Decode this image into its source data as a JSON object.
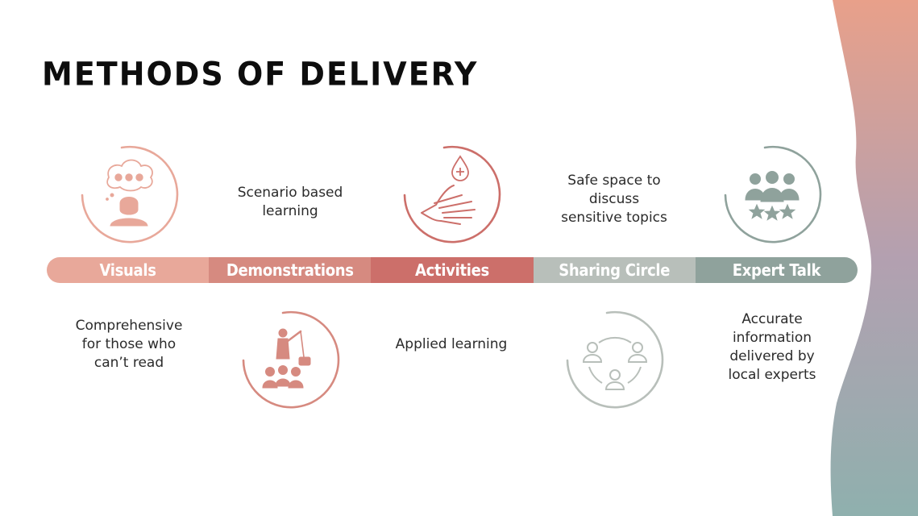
{
  "title": "METHODS OF DELIVERY",
  "colors": {
    "visuals": "#e8a89a",
    "demonstrations": "#d68a80",
    "activities": "#cc6f6a",
    "sharing_circle": "#b8bfba",
    "expert_talk": "#8fa29c",
    "wave_top": "#e8a08a",
    "wave_mid": "#b3a0b0",
    "wave_bottom": "#8fb0ae"
  },
  "timeline": [
    {
      "label": "Visuals"
    },
    {
      "label": "Demonstrations"
    },
    {
      "label": "Activities"
    },
    {
      "label": "Sharing Circle"
    },
    {
      "label": "Expert Talk"
    }
  ],
  "descriptions": {
    "visuals": "Comprehensive\nfor those who\ncan’t read",
    "demonstrations": "Scenario based\nlearning",
    "activities": "Applied learning",
    "sharing_circle": "Safe space to\ndiscuss\nsensitive topics",
    "expert_talk": "Accurate\ninformation\ndelivered by\nlocal experts"
  },
  "icons": {
    "visuals": "thinking-person-icon",
    "demonstrations": "presenter-audience-icon",
    "activities": "hand-washing-icon",
    "sharing_circle": "circle-of-people-icon",
    "expert_talk": "rated-group-icon"
  }
}
